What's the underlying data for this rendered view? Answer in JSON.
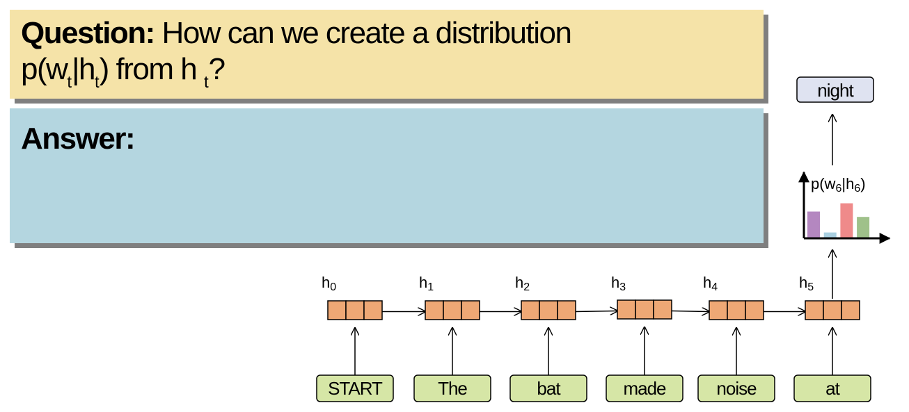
{
  "question": {
    "label": "Question:",
    "line1_text": " How can we create a distribution",
    "line2": {
      "p_open": "p(w",
      "sub_t1": "t",
      "bar": "|h",
      "sub_t2": "t",
      "close": ") from h ",
      "sub_t3": "t",
      "end": "?"
    }
  },
  "answer": {
    "label": "Answer:"
  },
  "hidden_states": [
    {
      "h": "h",
      "sub": "0"
    },
    {
      "h": "h",
      "sub": "1"
    },
    {
      "h": "h",
      "sub": "2"
    },
    {
      "h": "h",
      "sub": "3"
    },
    {
      "h": "h",
      "sub": "4"
    },
    {
      "h": "h",
      "sub": "5"
    }
  ],
  "words": [
    "START",
    "The",
    "bat",
    "made",
    "noise",
    "at"
  ],
  "output_word": "night",
  "distribution": {
    "label_main": "p(w",
    "label_sub1": "6",
    "label_mid": "|h",
    "label_sub2": "6",
    "label_end": ")",
    "bars": [
      {
        "value": 0.55,
        "color": "#b487c0"
      },
      {
        "value": 0.12,
        "color": "#a9cfe0"
      },
      {
        "value": 0.72,
        "color": "#ef8a8a"
      },
      {
        "value": 0.44,
        "color": "#9fc18a"
      }
    ]
  }
}
